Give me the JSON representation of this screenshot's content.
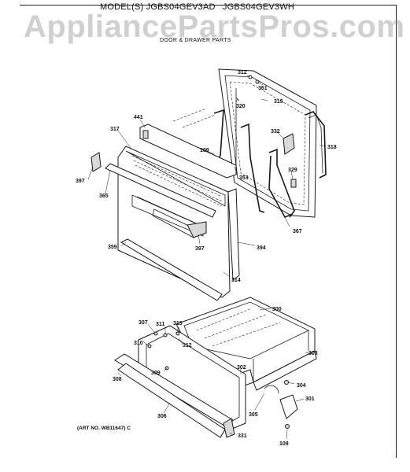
{
  "header": {
    "model_prefix": "MODEL(S)",
    "model_a": "JGBS04GEV3AD",
    "model_b": "JGBS04GEV3WH",
    "subtitle": "DOOR & DRAWER PARTS"
  },
  "watermark": "AppliancePartsPros.com",
  "art_number": "(ART NO. WB11647) C",
  "part_labels": {
    "l312a": "312",
    "l361": "361",
    "l320": "320",
    "l315": "315",
    "l441": "441",
    "l317": "317",
    "l109a": "109",
    "l332": "332",
    "l318": "318",
    "l353": "353",
    "l329": "329",
    "l397a": "397",
    "l365": "365",
    "l367": "367",
    "l359": "359",
    "l397b": "397",
    "l394": "394",
    "l314": "314",
    "l300": "300",
    "l307": "307",
    "l311": "311",
    "l313": "313",
    "l312b": "312",
    "l310": "310",
    "l303": "303",
    "l302": "302",
    "l309": "309",
    "l304": "304",
    "l308": "308",
    "l301": "301",
    "l305": "305",
    "l306": "306",
    "l331": "331",
    "l109b": "109"
  }
}
